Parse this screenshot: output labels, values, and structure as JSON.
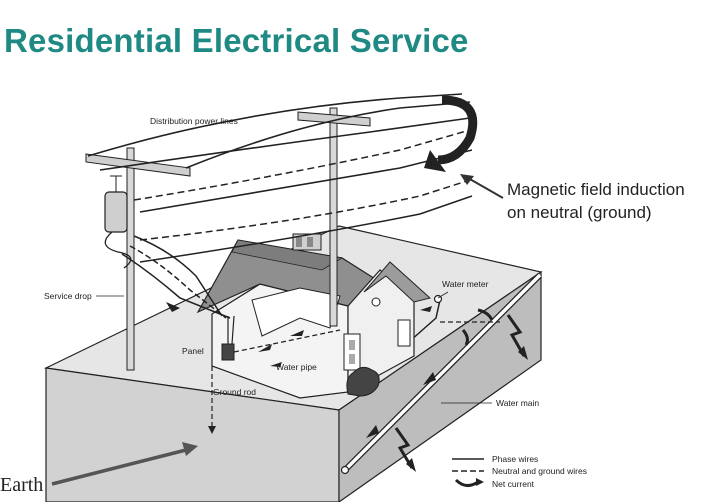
{
  "title": "Residential Electrical Service",
  "annotation": {
    "line1": "Magnetic field induction",
    "line2": "on neutral (ground)"
  },
  "earth_label": "Earth",
  "diagram_labels": {
    "distribution_lines": "Distribution power lines",
    "service_drop": "Service drop",
    "panel": "Panel",
    "water_pipe": "Water pipe",
    "ground_rod": "Ground rod",
    "water_meter": "Water meter",
    "water_main": "Water main"
  },
  "legend": {
    "phase": "Phase wires",
    "neutral": "Neutral and ground wires",
    "current": "Net current"
  }
}
